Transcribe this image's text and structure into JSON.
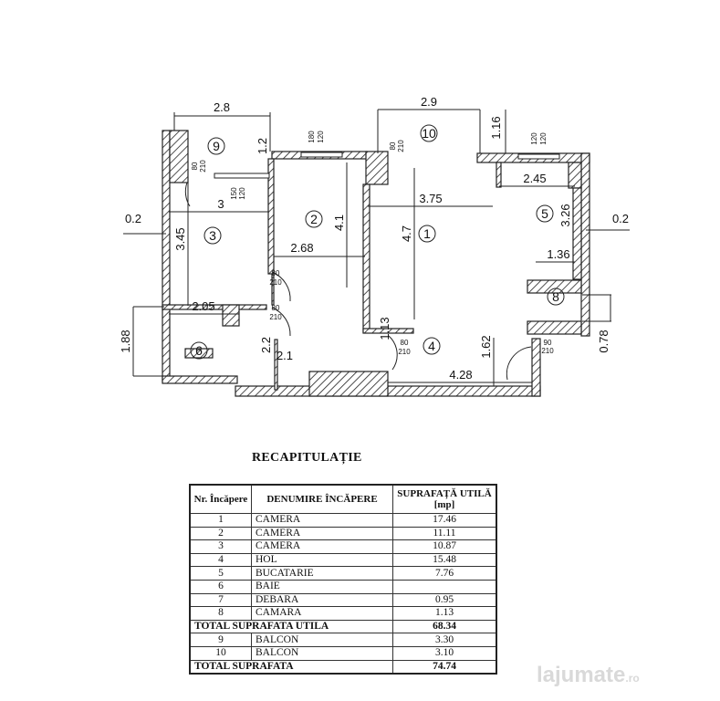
{
  "plan": {
    "rooms": [
      "1",
      "2",
      "3",
      "4",
      "5",
      "6",
      "8",
      "9",
      "10"
    ],
    "dimensions": {
      "d_2_8": "2.8",
      "d_2_9": "2.9",
      "d_1_16": "1.16",
      "d_1_2": "1.2",
      "d_3": "3",
      "d_3_75": "3.75",
      "d_0_2_left": "0.2",
      "d_0_2_right": "0.2",
      "d_3_45": "3.45",
      "d_2_68": "2.68",
      "d_4_1": "4.1",
      "d_4_7": "4.7",
      "d_2_45": "2.45",
      "d_3_26": "3.26",
      "d_1_36": "1.36",
      "d_2_05": "2.05",
      "d_1_88": "1.88",
      "d_2_2": "2.2",
      "d_1_13": "1.13",
      "d_1_62": "1.62",
      "d_4_28": "4.28",
      "d_0_78": "0.78",
      "d_2_1": "2.1"
    },
    "openings": {
      "w1_top": "180",
      "w1_bot": "120",
      "w2_top": "150",
      "w2_bot": "120",
      "w3_top": "120",
      "w3_bot": "120",
      "d9_top": "80",
      "d9_bot": "210",
      "d10_top": "80",
      "d10_bot": "210",
      "da_top": "80",
      "da_bot": "210",
      "db_top": "80",
      "db_bot": "210",
      "dc_top": "80",
      "dc_bot": "210",
      "dd_top": "90",
      "dd_bot": "210"
    }
  },
  "recap": {
    "title": "RECAPITULAȚIE",
    "headers": {
      "nr": "Nr. Încăpere",
      "name": "DENUMIRE ÎNCĂPERE",
      "area": "SUPRAFAȚĂ UTILĂ [mp]"
    },
    "rows": [
      {
        "nr": "1",
        "name": "CAMERA",
        "area": "17.46"
      },
      {
        "nr": "2",
        "name": "CAMERA",
        "area": "11.11"
      },
      {
        "nr": "3",
        "name": "CAMERA",
        "area": "10.87"
      },
      {
        "nr": "4",
        "name": "HOL",
        "area": "15.48"
      },
      {
        "nr": "5",
        "name": "BUCATARIE",
        "area": "7.76"
      },
      {
        "nr": "6",
        "name": "BAIE",
        "area": ""
      },
      {
        "nr": "7",
        "name": "DEBARA",
        "area": "0.95"
      },
      {
        "nr": "8",
        "name": "CAMARA",
        "area": "1.13"
      }
    ],
    "total_util": {
      "label": "TOTAL SUPRAFATA UTILA",
      "area": "68.34"
    },
    "balconies": [
      {
        "nr": "9",
        "name": "BALCON",
        "area": "3.30"
      },
      {
        "nr": "10",
        "name": "BALCON",
        "area": "3.10"
      }
    ],
    "total": {
      "label": "TOTAL SUPRAFATA",
      "area": "74.74"
    }
  },
  "watermark": {
    "brand": "lajumate",
    "tld": ".ro"
  }
}
